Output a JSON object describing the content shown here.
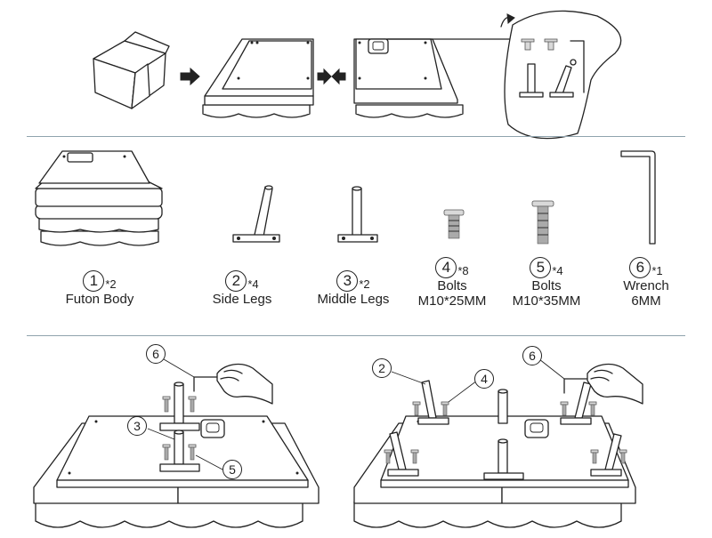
{
  "parts": [
    {
      "number": "1",
      "mult": "*2",
      "name": "Futon Body",
      "spec": ""
    },
    {
      "number": "2",
      "mult": "*4",
      "name": "Side Legs",
      "spec": ""
    },
    {
      "number": "3",
      "mult": "*2",
      "name": "Middle Legs",
      "spec": ""
    },
    {
      "number": "4",
      "mult": "*8",
      "name": "Bolts",
      "spec": "M10*25MM"
    },
    {
      "number": "5",
      "mult": "*4",
      "name": "Bolts",
      "spec": "M10*35MM"
    },
    {
      "number": "6",
      "mult": "*1",
      "name": "Wrench",
      "spec": "6MM"
    }
  ],
  "callouts": {
    "left": [
      "6",
      "3",
      "5"
    ],
    "right": [
      "2",
      "4",
      "6"
    ]
  },
  "icons": [
    "box-icon",
    "arrow-right-icon",
    "arrows-converge-icon",
    "hand-icon",
    "wrench-icon",
    "bolt-icon"
  ],
  "colors": {
    "line": "#222222",
    "divider": "#8fa3ad"
  }
}
